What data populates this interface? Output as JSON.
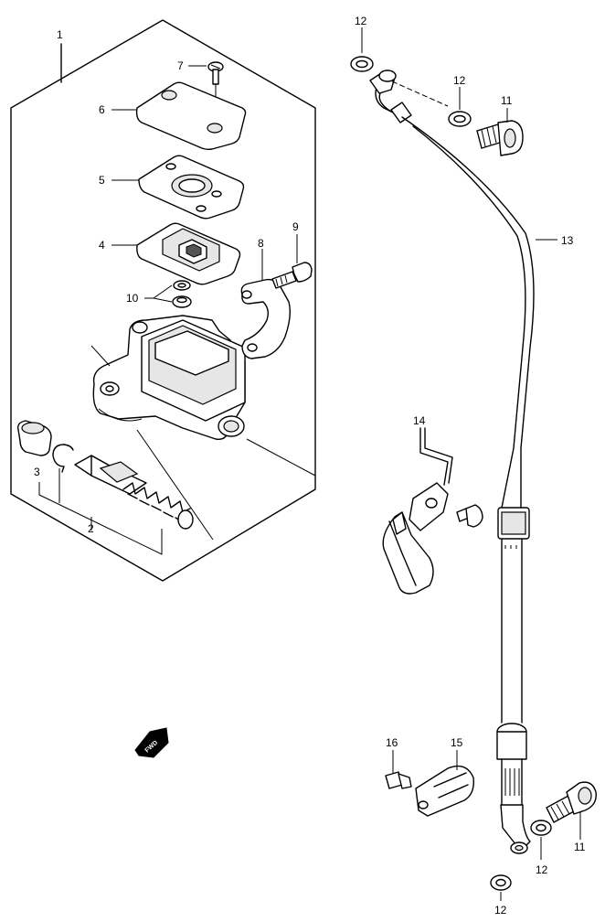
{
  "callouts": {
    "c1": "1",
    "c2": "2",
    "c3": "3",
    "c4": "4",
    "c5": "5",
    "c6": "6",
    "c7": "7",
    "c8": "8",
    "c9": "9",
    "c10": "10",
    "c11_top": "11",
    "c11_bottom": "11",
    "c12_top_left": "12",
    "c12_top_right": "12",
    "c12_bottom_right": "12",
    "c12_bottom": "12",
    "c13": "13",
    "c14": "14",
    "c15": "15",
    "c16": "16"
  },
  "fwd_label": "FWD"
}
